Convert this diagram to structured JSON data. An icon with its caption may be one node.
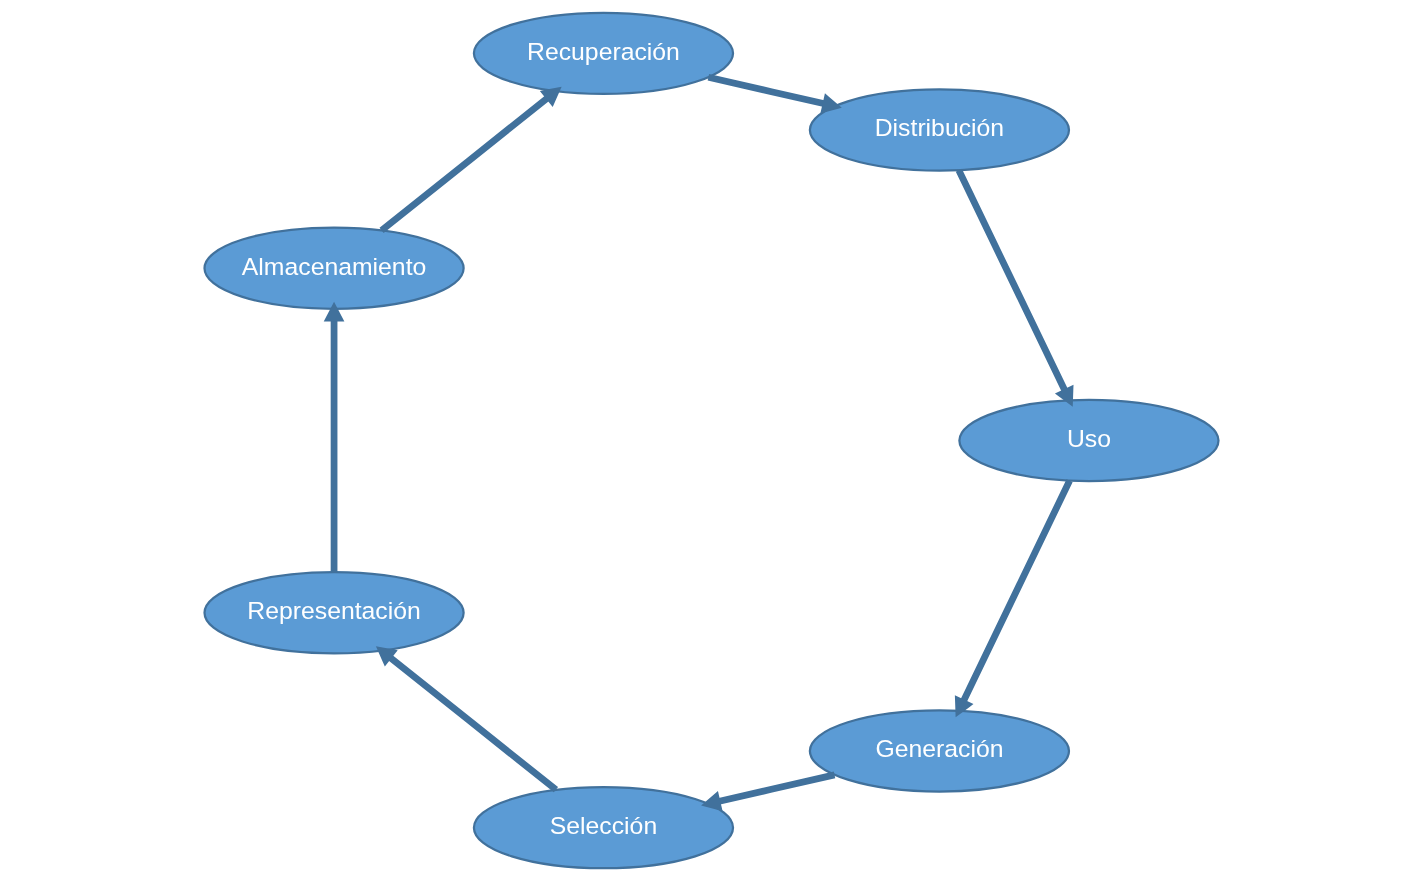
{
  "diagram": {
    "nodes": [
      {
        "text": [
          "Generación"
        ]
      },
      {
        "text": [
          "Selección"
        ]
      },
      {
        "text": [
          "Representación"
        ]
      },
      {
        "text": [
          "Almacenamiento"
        ]
      },
      {
        "text": [
          "Recuperación"
        ]
      },
      {
        "text": [
          "Distribución"
        ]
      },
      {
        "text": [
          "Uso"
        ]
      }
    ],
    "edges": [
      {
        "from": 0,
        "to": 1,
        "arrow": "to"
      },
      {
        "from": 1,
        "to": 2,
        "arrow": "to"
      },
      {
        "from": 2,
        "to": 3,
        "arrow": "to"
      },
      {
        "from": 3,
        "to": 4,
        "arrow": "to"
      },
      {
        "from": 4,
        "to": 5,
        "arrow": "to"
      },
      {
        "from": 5,
        "to": 6,
        "arrow": "to"
      },
      {
        "from": 6,
        "to": 0,
        "arrow": "to"
      }
    ]
  }
}
